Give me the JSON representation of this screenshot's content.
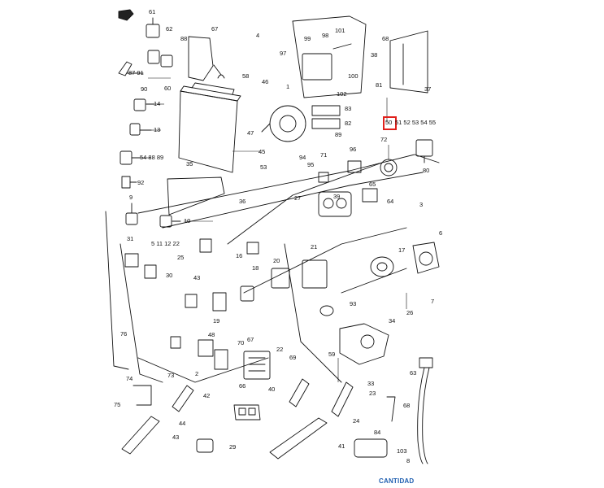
{
  "footer": {
    "label": "CANTIDAD"
  },
  "highlight": {
    "label": "50",
    "color": "#e0201b"
  },
  "colors": {
    "line": "#111111",
    "footer": "#1f5fb0"
  },
  "callouts": {
    "c61": "61",
    "c62": "62",
    "c67": "67",
    "c4": "4",
    "c99": "99",
    "c98": "98",
    "c101": "101",
    "c97": "97",
    "c68": "68",
    "c38": "38",
    "c88": "88",
    "c87_91": "87 91",
    "c90": "90",
    "c60": "60",
    "c58": "58",
    "c46": "46",
    "c100": "100",
    "c102": "102",
    "c81": "81",
    "c37": "37",
    "c1": "1",
    "c83": "83",
    "c14": "14",
    "c13": "13",
    "c47": "47",
    "c82": "82",
    "c51_55": "51 52 53 54 55",
    "c89": "89",
    "c45": "45",
    "c54_89": "54 88 89",
    "c72": "72",
    "c96": "96",
    "c94": "94",
    "c95": "95",
    "c71": "71",
    "c80": "80",
    "c92": "92",
    "c35": "35",
    "c53": "53",
    "c36": "36",
    "c9": "9",
    "c27": "27",
    "c39": "39",
    "c65": "65",
    "c64": "64",
    "c3": "3",
    "c10": "10",
    "c5_11_12_22": "5 11 12 22",
    "c31": "31",
    "c16": "16",
    "c17": "17",
    "c25": "25",
    "c30": "30",
    "c43": "43",
    "c20": "20",
    "c21": "21",
    "c18": "18",
    "c2": "2",
    "c6": "6",
    "c7": "7",
    "c93": "93",
    "c34": "34",
    "c26": "26",
    "c19": "19",
    "c76": "76",
    "c48": "48",
    "c70": "70",
    "c22": "22",
    "c69": "69",
    "c74": "74",
    "c73": "73",
    "c59": "59",
    "c63": "63",
    "c75": "75",
    "c42": "42",
    "c66": "66",
    "c40": "40",
    "c33": "33",
    "c23": "23",
    "c68b": "68",
    "c44": "44",
    "c24": "24",
    "c84": "84",
    "c41": "41",
    "c29": "29",
    "c103": "103",
    "c8": "8"
  }
}
